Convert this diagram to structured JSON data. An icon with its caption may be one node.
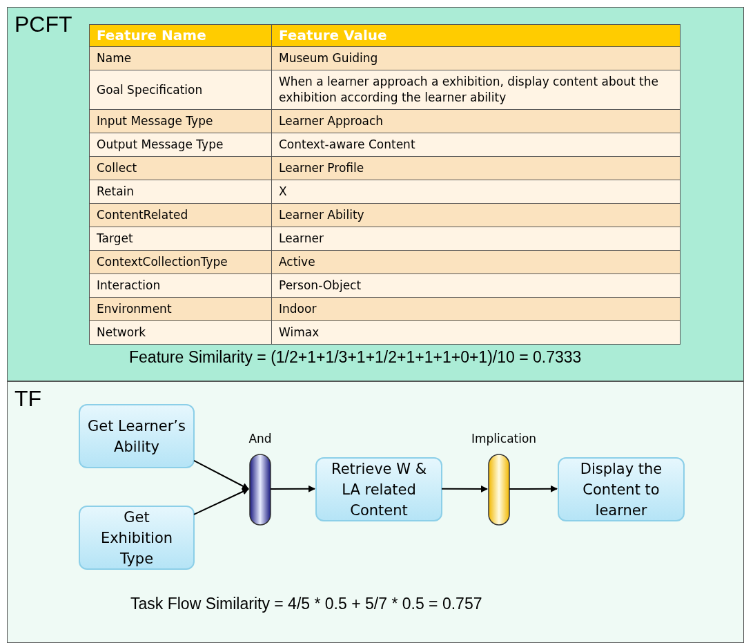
{
  "diagram": {
    "nodes": [
      {
        "text": [
          "PCFT"
        ]
      },
      {
        "text": [
          "TF"
        ]
      },
      {
        "text": [
          "Get Learner’s Ability"
        ],
        "in": 1
      },
      {
        "text": [
          "Get Exhibition Type"
        ],
        "in": 1
      },
      {
        "text": [
          "And"
        ],
        "in": 1
      },
      {
        "text": [
          "Retrieve W & LA related Content"
        ],
        "in": 1
      },
      {
        "text": [
          "Implication"
        ],
        "in": 1
      },
      {
        "text": [
          "Display the Content to learner"
        ],
        "in": 1
      }
    ],
    "edges": [
      {
        "from": 2,
        "to": 4,
        "arrow": "to"
      },
      {
        "from": 3,
        "to": 4,
        "arrow": "to"
      },
      {
        "from": 4,
        "to": 5,
        "arrow": "to"
      },
      {
        "from": 5,
        "to": 6,
        "arrow": "to"
      },
      {
        "from": 6,
        "to": 7,
        "arrow": "to"
      }
    ],
    "labels": [
      "Feature Name",
      "Feature Value",
      "Name",
      "Museum Guiding",
      "Goal Specification",
      "When a learner approach a exhibition, display content about the exhibition according the learner ability",
      "Input Message Type",
      "Learner Approach",
      "Output Message Type",
      "Context-aware Content",
      "Collect",
      "Learner Profile",
      "Retain",
      "X",
      "ContentRelated",
      "Learner Ability",
      "Target",
      "Learner",
      "ContextCollectionType",
      "Active",
      "Interaction",
      "Person-Object",
      "Environment",
      "Indoor",
      "Network",
      "Wimax",
      "Feature Similarity = (1/2+1+1/3+1+1/2+1+1+1+0+1)/10 = 0.7333",
      "Task Flow Similarity = 4/5 * 0.5 + 5/7 * 0.5 = 0.757"
    ]
  }
}
